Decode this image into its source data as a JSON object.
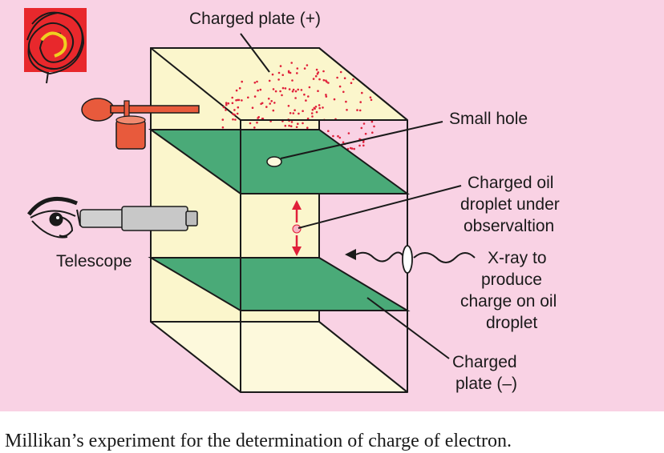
{
  "labels": {
    "charged_plate_positive": "Charged plate (+)",
    "small_hole": "Small hole",
    "oil_droplet_line1": "Charged oil",
    "oil_droplet_line2": "droplet under",
    "oil_droplet_line3": "observaltion",
    "telescope": "Telescope",
    "xray_line1": "X-ray to",
    "xray_line2": "produce",
    "xray_line3": "charge on oil",
    "xray_line4": "droplet",
    "charged_plate_negative_line1": "Charged",
    "charged_plate_negative_line2": "plate (–)"
  },
  "caption": "Millikan’s experiment for the determination of charge of electron.",
  "colors": {
    "background": "#f9d2e4",
    "box_face": "#fbf6cc",
    "box_bottom": "#fdf9dc",
    "plate": "#4aaa78",
    "droplets": "#e0203a",
    "atomizer": "#e85a3c",
    "telescope": "#c8c8c8",
    "outline": "#1a1a1a"
  },
  "icons": [
    "atomizer-icon",
    "eye-icon",
    "telescope-icon",
    "xray-wave-icon",
    "scribble-mark"
  ]
}
